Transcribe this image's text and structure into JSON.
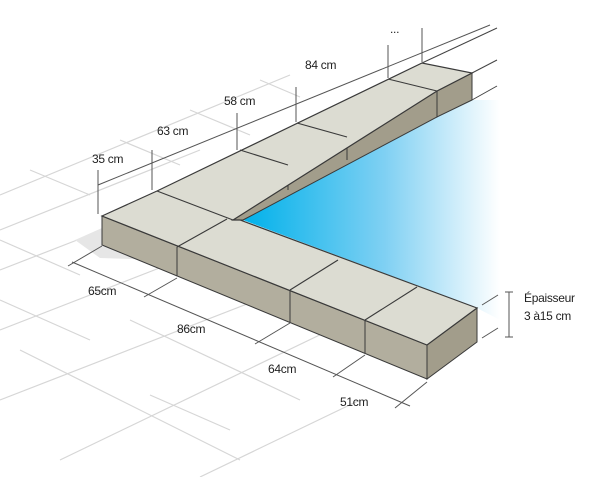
{
  "colors": {
    "top": "#dcdcd2",
    "face": "#b2ae9e",
    "darkface": "#a29d8b",
    "water": "#00b1ea",
    "edge": "#3a3a3a",
    "grid": "#d4d4d4"
  },
  "back_dimensions": [
    "35 cm",
    "63 cm",
    "58 cm",
    "84 cm",
    "..."
  ],
  "front_dimensions": [
    "65cm",
    "86cm",
    "64cm",
    "51cm"
  ],
  "thickness": {
    "title": "Épaisseur",
    "value": "3 à15 cm"
  }
}
